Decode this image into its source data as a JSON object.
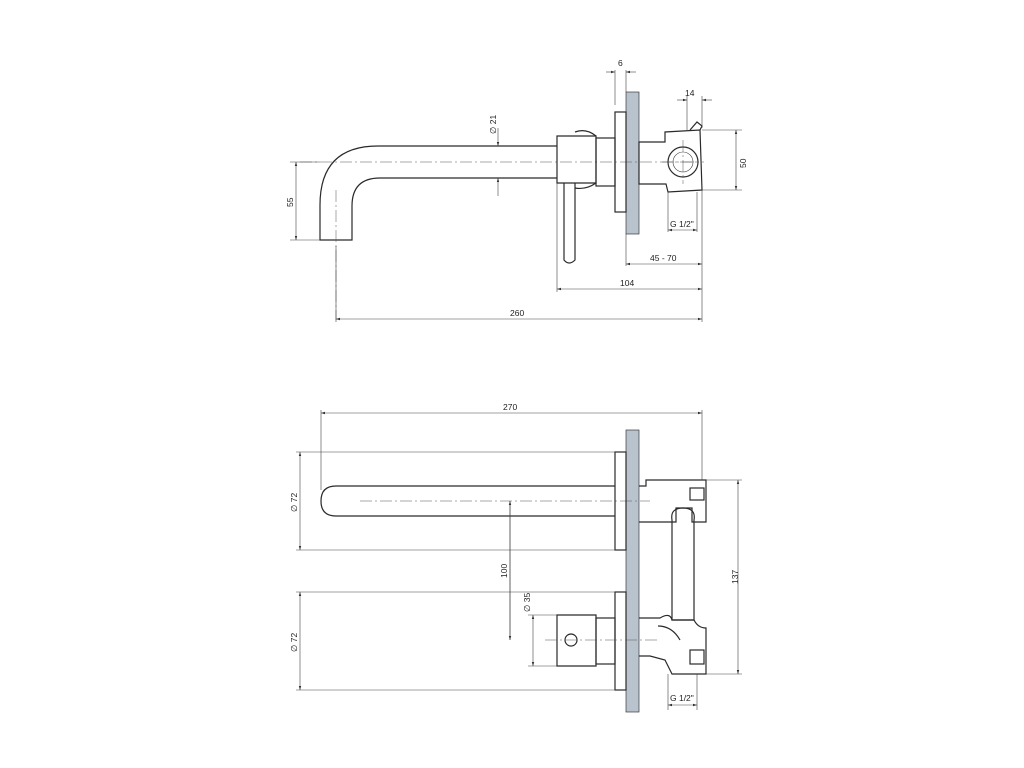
{
  "side_view": {
    "dims": {
      "wall_plate": "6",
      "outlet_offset": "14",
      "spout_diameter": "∅ 21",
      "body_height": "50",
      "spout_drop": "55",
      "thread": "G 1/2\"",
      "depth_range": "45 - 70",
      "mixer_length": "104",
      "spout_length": "260"
    }
  },
  "top_view": {
    "dims": {
      "total_length": "270",
      "rosette_upper": "∅ 72",
      "center_distance": "100",
      "handle_diameter": "∅ 35",
      "rosette_lower": "∅ 72",
      "body_height": "137",
      "thread": "G 1/2\""
    }
  }
}
